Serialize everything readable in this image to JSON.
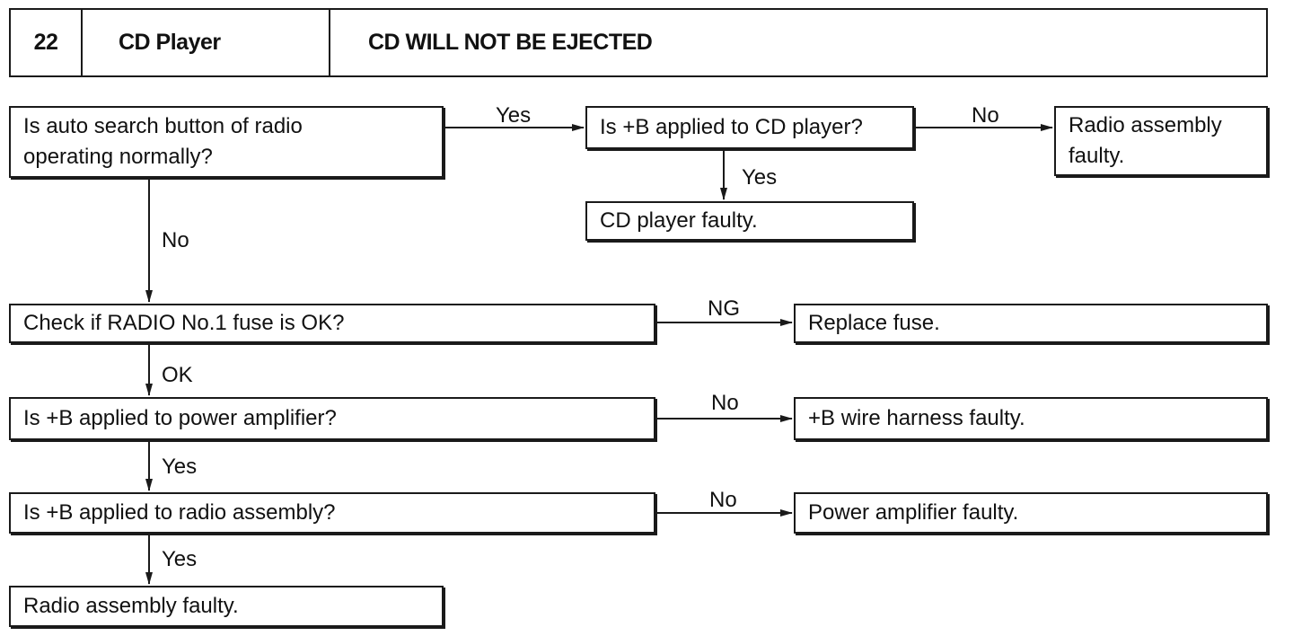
{
  "header": {
    "number": "22",
    "system": "CD Player",
    "symptom": "CD WILL NOT BE EJECTED"
  },
  "nodes": {
    "auto_search": "Is auto search button of radio\noperating normally?",
    "b_cd_player": "Is +B applied to CD player?",
    "radio_faulty_top": "Radio assembly\nfaulty.",
    "cd_player_faulty": "CD player faulty.",
    "fuse_check": "Check if RADIO No.1 fuse is OK?",
    "replace_fuse": "Replace fuse.",
    "b_power_amp": "Is +B applied to power amplifier?",
    "wire_harness_faulty": "+B wire harness faulty.",
    "b_radio_assembly": "Is +B applied to radio assembly?",
    "power_amp_faulty": "Power amplifier faulty.",
    "radio_faulty_bottom": "Radio assembly faulty."
  },
  "edge_labels": {
    "auto_yes": "Yes",
    "cd_no": "No",
    "cd_yes": "Yes",
    "auto_no": "No",
    "fuse_ng": "NG",
    "fuse_ok": "OK",
    "amp_no": "No",
    "amp_yes": "Yes",
    "radio_no": "No",
    "radio_yes": "Yes"
  }
}
